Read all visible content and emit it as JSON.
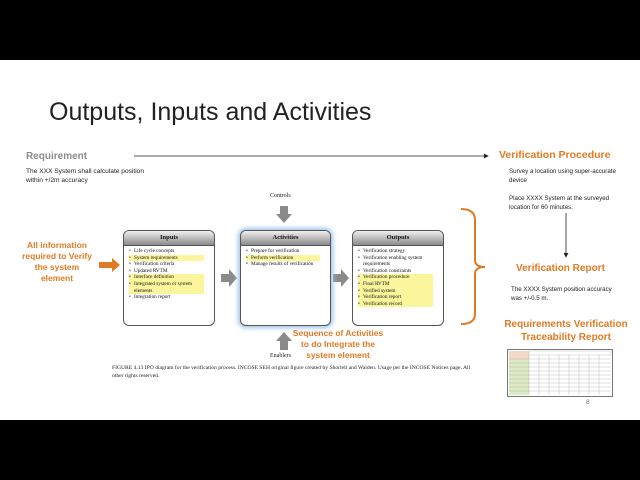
{
  "title": "Outputs, Inputs and Activities",
  "requirement": {
    "heading": "Requirement",
    "text": "The XXX System shall calculate position within +/2m accuracy"
  },
  "verification_procedure": {
    "heading": "Verification Procedure",
    "step1": "Survey a location using super-accurate device",
    "step2": "Place XXXX System at the surveyed location for 60 minutes."
  },
  "verification_report": {
    "heading": "Verification Report",
    "text": "The XXXX System position accuracy was +/-0.5 m."
  },
  "rvtr": {
    "heading": "Requirements Verification Traceability Report"
  },
  "all_info_label": "All information required to Verify the system element",
  "sequence_label": "Sequence of Activities to do Integrate the system element",
  "diagram": {
    "controls": "Controls",
    "enablers": "Enablers",
    "inputs": {
      "title": "Inputs",
      "items": [
        {
          "text": "Life cycle concepts",
          "hl": false
        },
        {
          "text": "System requirements",
          "hl": true
        },
        {
          "text": "Verification criteria",
          "hl": false
        },
        {
          "text": "Updated RVTM",
          "hl": false
        },
        {
          "text": "Interface definition",
          "hl": true
        },
        {
          "text": "Integrated system or system elements",
          "hl": true
        },
        {
          "text": "Integration report",
          "hl": false
        }
      ]
    },
    "activities": {
      "title": "Activities",
      "items": [
        {
          "text": "Prepare for verification",
          "hl": false
        },
        {
          "text": "Perform verification",
          "hl": true
        },
        {
          "text": "Manage results of verification",
          "hl": false
        }
      ]
    },
    "outputs": {
      "title": "Outputs",
      "items": [
        {
          "text": "Verification strategy",
          "hl": false
        },
        {
          "text": "Verification enabling system requirements",
          "hl": false
        },
        {
          "text": "Verification constraints",
          "hl": false
        },
        {
          "text": "Verification procedure",
          "hl": true
        },
        {
          "text": "Final RVTM",
          "hl": true
        },
        {
          "text": "Verified system",
          "hl": true
        },
        {
          "text": "Verification report",
          "hl": true
        },
        {
          "text": "Verification record",
          "hl": true
        }
      ]
    },
    "caption": "FIGURE 4.13   IPO diagram for the verification process. INCOSE SEH original figure created by Shortell and Walden. Usage per the INCOSE Notices page. All other rights reserved."
  },
  "page_number": "8",
  "colors": {
    "orange": "#e07b24",
    "highlight": "#fbf59c",
    "glow": "#9fc4ea"
  }
}
